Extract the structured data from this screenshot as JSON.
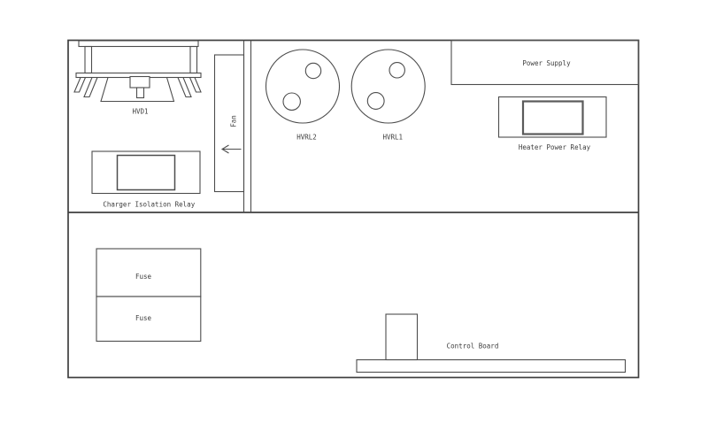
{
  "diagram": {
    "type": "electrical-enclosure-layout-drawing",
    "ink_color": "#4d4d4d",
    "background_color": "#ffffff",
    "labels": {
      "hvd1": "HVD1",
      "fan": "Fan",
      "hvrl2": "HVRL2",
      "hvrl1": "HVRL1",
      "power_supply": "Power Supply",
      "heater_power_relay": "Heater Power Relay",
      "charger_isolation_relay": "Charger Isolation Relay",
      "fuse_top": "Fuse",
      "fuse_bottom": "Fuse",
      "control_board": "Control Board"
    },
    "icons": {
      "fan_airflow_arrow": "left-arrow"
    }
  }
}
